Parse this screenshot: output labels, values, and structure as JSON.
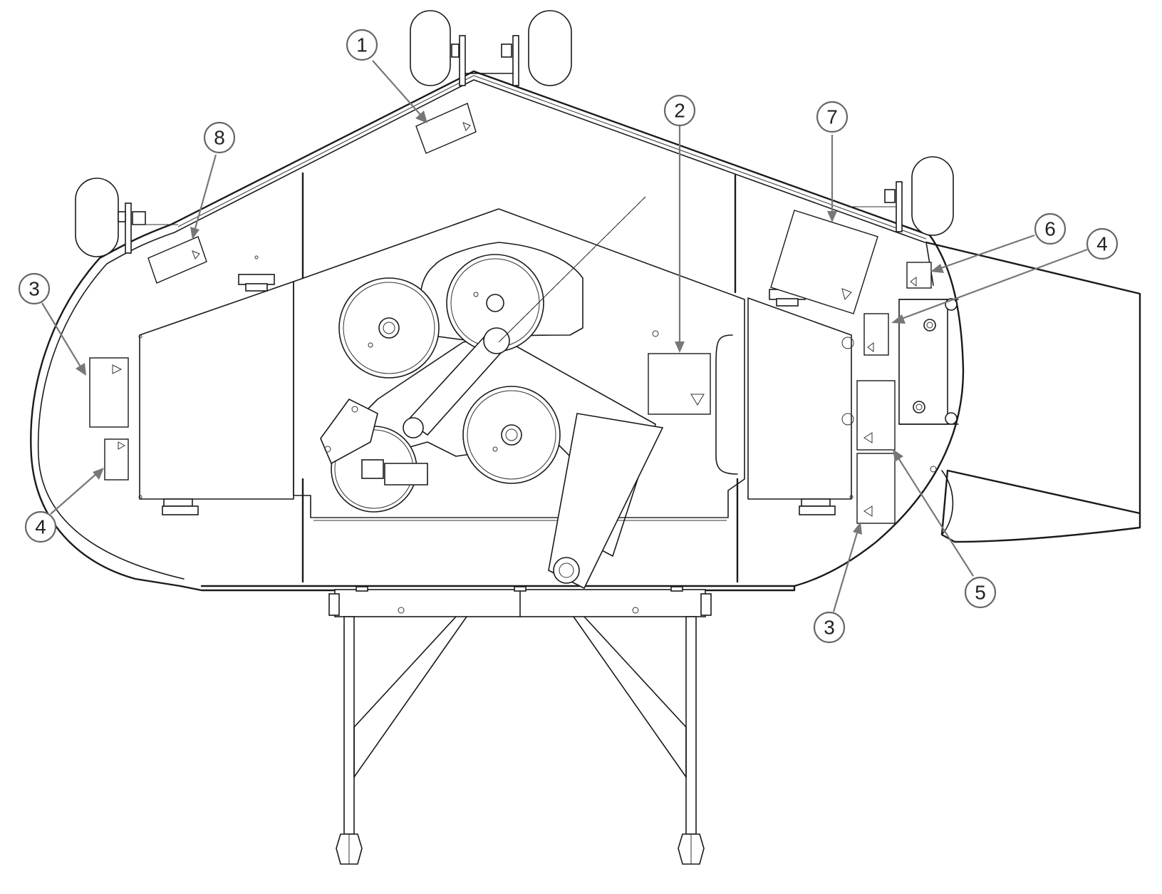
{
  "callouts": [
    {
      "id": "c1",
      "label": "1"
    },
    {
      "id": "c2",
      "label": "2"
    },
    {
      "id": "c3a",
      "label": "3"
    },
    {
      "id": "c3b",
      "label": "3"
    },
    {
      "id": "c4a",
      "label": "4"
    },
    {
      "id": "c4b",
      "label": "4"
    },
    {
      "id": "c5",
      "label": "5"
    },
    {
      "id": "c6",
      "label": "6"
    },
    {
      "id": "c7",
      "label": "7"
    },
    {
      "id": "c8",
      "label": "8"
    }
  ],
  "colors": {
    "line": "#1a1a1a",
    "callout": "#777777",
    "background": "#ffffff"
  }
}
